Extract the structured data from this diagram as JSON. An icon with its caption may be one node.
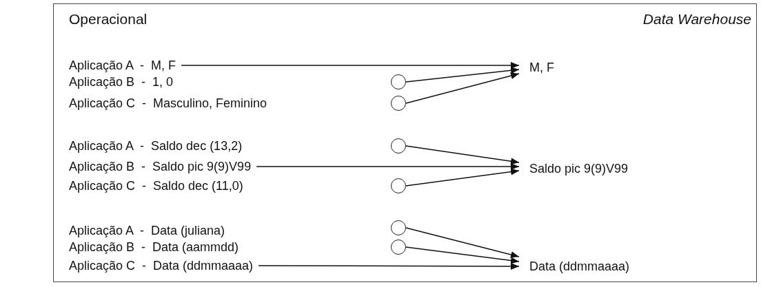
{
  "diagram": {
    "nodes": [
      {
        "text": [
          "Aplicação A  -  M, F"
        ]
      },
      {
        "text": [
          "Aplicação B  -  1, 0"
        ]
      },
      {
        "text": [
          "Aplicação C  -  Masculino, Feminino"
        ]
      },
      {
        "text": [
          "Aplicação A  -  Saldo dec (13,2)"
        ]
      },
      {
        "text": [
          "Aplicação B  -  Saldo pic 9(9)V99"
        ]
      },
      {
        "text": [
          "Aplicação C  -  Saldo dec (11,0)"
        ]
      },
      {
        "text": [
          "Aplicação A  -  Data (juliana)"
        ]
      },
      {
        "text": [
          "Aplicação B  -  Data (aammdd)"
        ]
      },
      {
        "text": [
          "Aplicação C  -  Data (ddmmaaaa)"
        ]
      },
      {
        "text": [],
        "shape": "circle"
      },
      {
        "text": [],
        "shape": "circle"
      },
      {
        "text": [],
        "shape": "circle"
      },
      {
        "text": [],
        "shape": "circle"
      },
      {
        "text": [],
        "shape": "circle"
      },
      {
        "text": [],
        "shape": "circle"
      },
      {
        "text": [
          "M, F"
        ]
      },
      {
        "text": [
          "Saldo pic 9(9)V99"
        ]
      },
      {
        "text": [
          "Data (ddmmaaaa)"
        ]
      }
    ],
    "edges": [
      {
        "from": 0,
        "to": 15,
        "arrow": "to"
      },
      {
        "from": 9,
        "to": 15,
        "arrow": "to"
      },
      {
        "from": 10,
        "to": 15,
        "arrow": "to"
      },
      {
        "from": 11,
        "to": 16,
        "arrow": "to"
      },
      {
        "from": 4,
        "to": 16,
        "arrow": "to"
      },
      {
        "from": 12,
        "to": 16,
        "arrow": "to"
      },
      {
        "from": 13,
        "to": 17,
        "arrow": "to"
      },
      {
        "from": 14,
        "to": 17,
        "arrow": "to"
      },
      {
        "from": 8,
        "to": 17,
        "arrow": "to"
      }
    ],
    "labels": [
      "Operacional",
      "Data Warehouse"
    ]
  }
}
